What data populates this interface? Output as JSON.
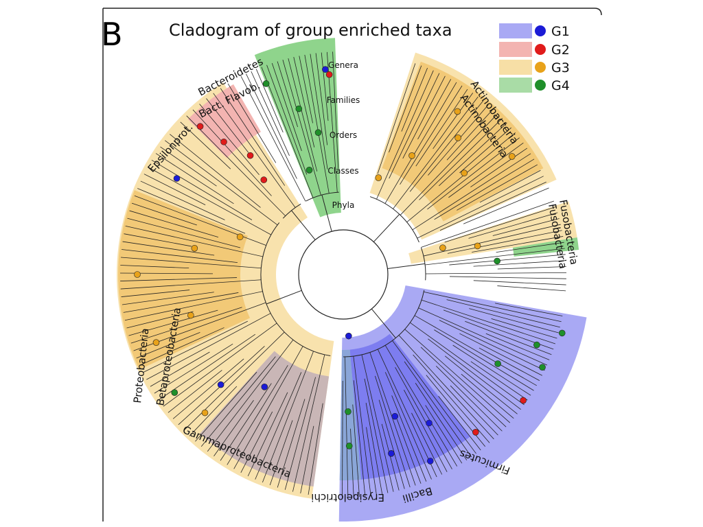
{
  "panel_label": "B",
  "title": "Cladogram of group enriched taxa",
  "levels": [
    "Genera",
    "Families",
    "Orders",
    "Classes",
    "Phyla"
  ],
  "legend": [
    {
      "label": "G1",
      "dot": "#1b1bd6",
      "swatch": "#a9a9f4"
    },
    {
      "label": "G2",
      "dot": "#e01b1b",
      "swatch": "#f3b4b1"
    },
    {
      "label": "G3",
      "dot": "#e8a21a",
      "swatch": "#f7dfa6"
    },
    {
      "label": "G4",
      "dot": "#1f8f2a",
      "swatch": "#a9dca6"
    }
  ],
  "clades": {
    "bacteroidetes": "Bacteroidetes",
    "bact_flavob": "Bact. Flavob.",
    "epsilonprot": "Epsilonprot.",
    "actinobacteria_phylum": "Actinobacteria",
    "actinobacteria_class": "Actinobacteria",
    "fusobacteria_phylum": "Fusobacteria",
    "fusobacteria_class": "Fusobacteria",
    "proteobacteria": "Proteobacteria",
    "betaproteobacteria": "Betaproteobacteria",
    "gammaproteobacteria": "Gammaproteobacteria",
    "erysipelotrichi": "Erysipelotrichi",
    "bacilli": "Bacilli",
    "firmicutes": "Firmicutes"
  },
  "colors": {
    "g1_outer": "#a9a9f4",
    "g1_inner": "#7d7df0",
    "g2": "#f3b4b1",
    "g3_outer": "#f8e2ad",
    "g3_inner": "#f2c977",
    "g4": "#8fd48c",
    "gamma": "#c9b6b6",
    "erysip": "#8aa6d8"
  }
}
